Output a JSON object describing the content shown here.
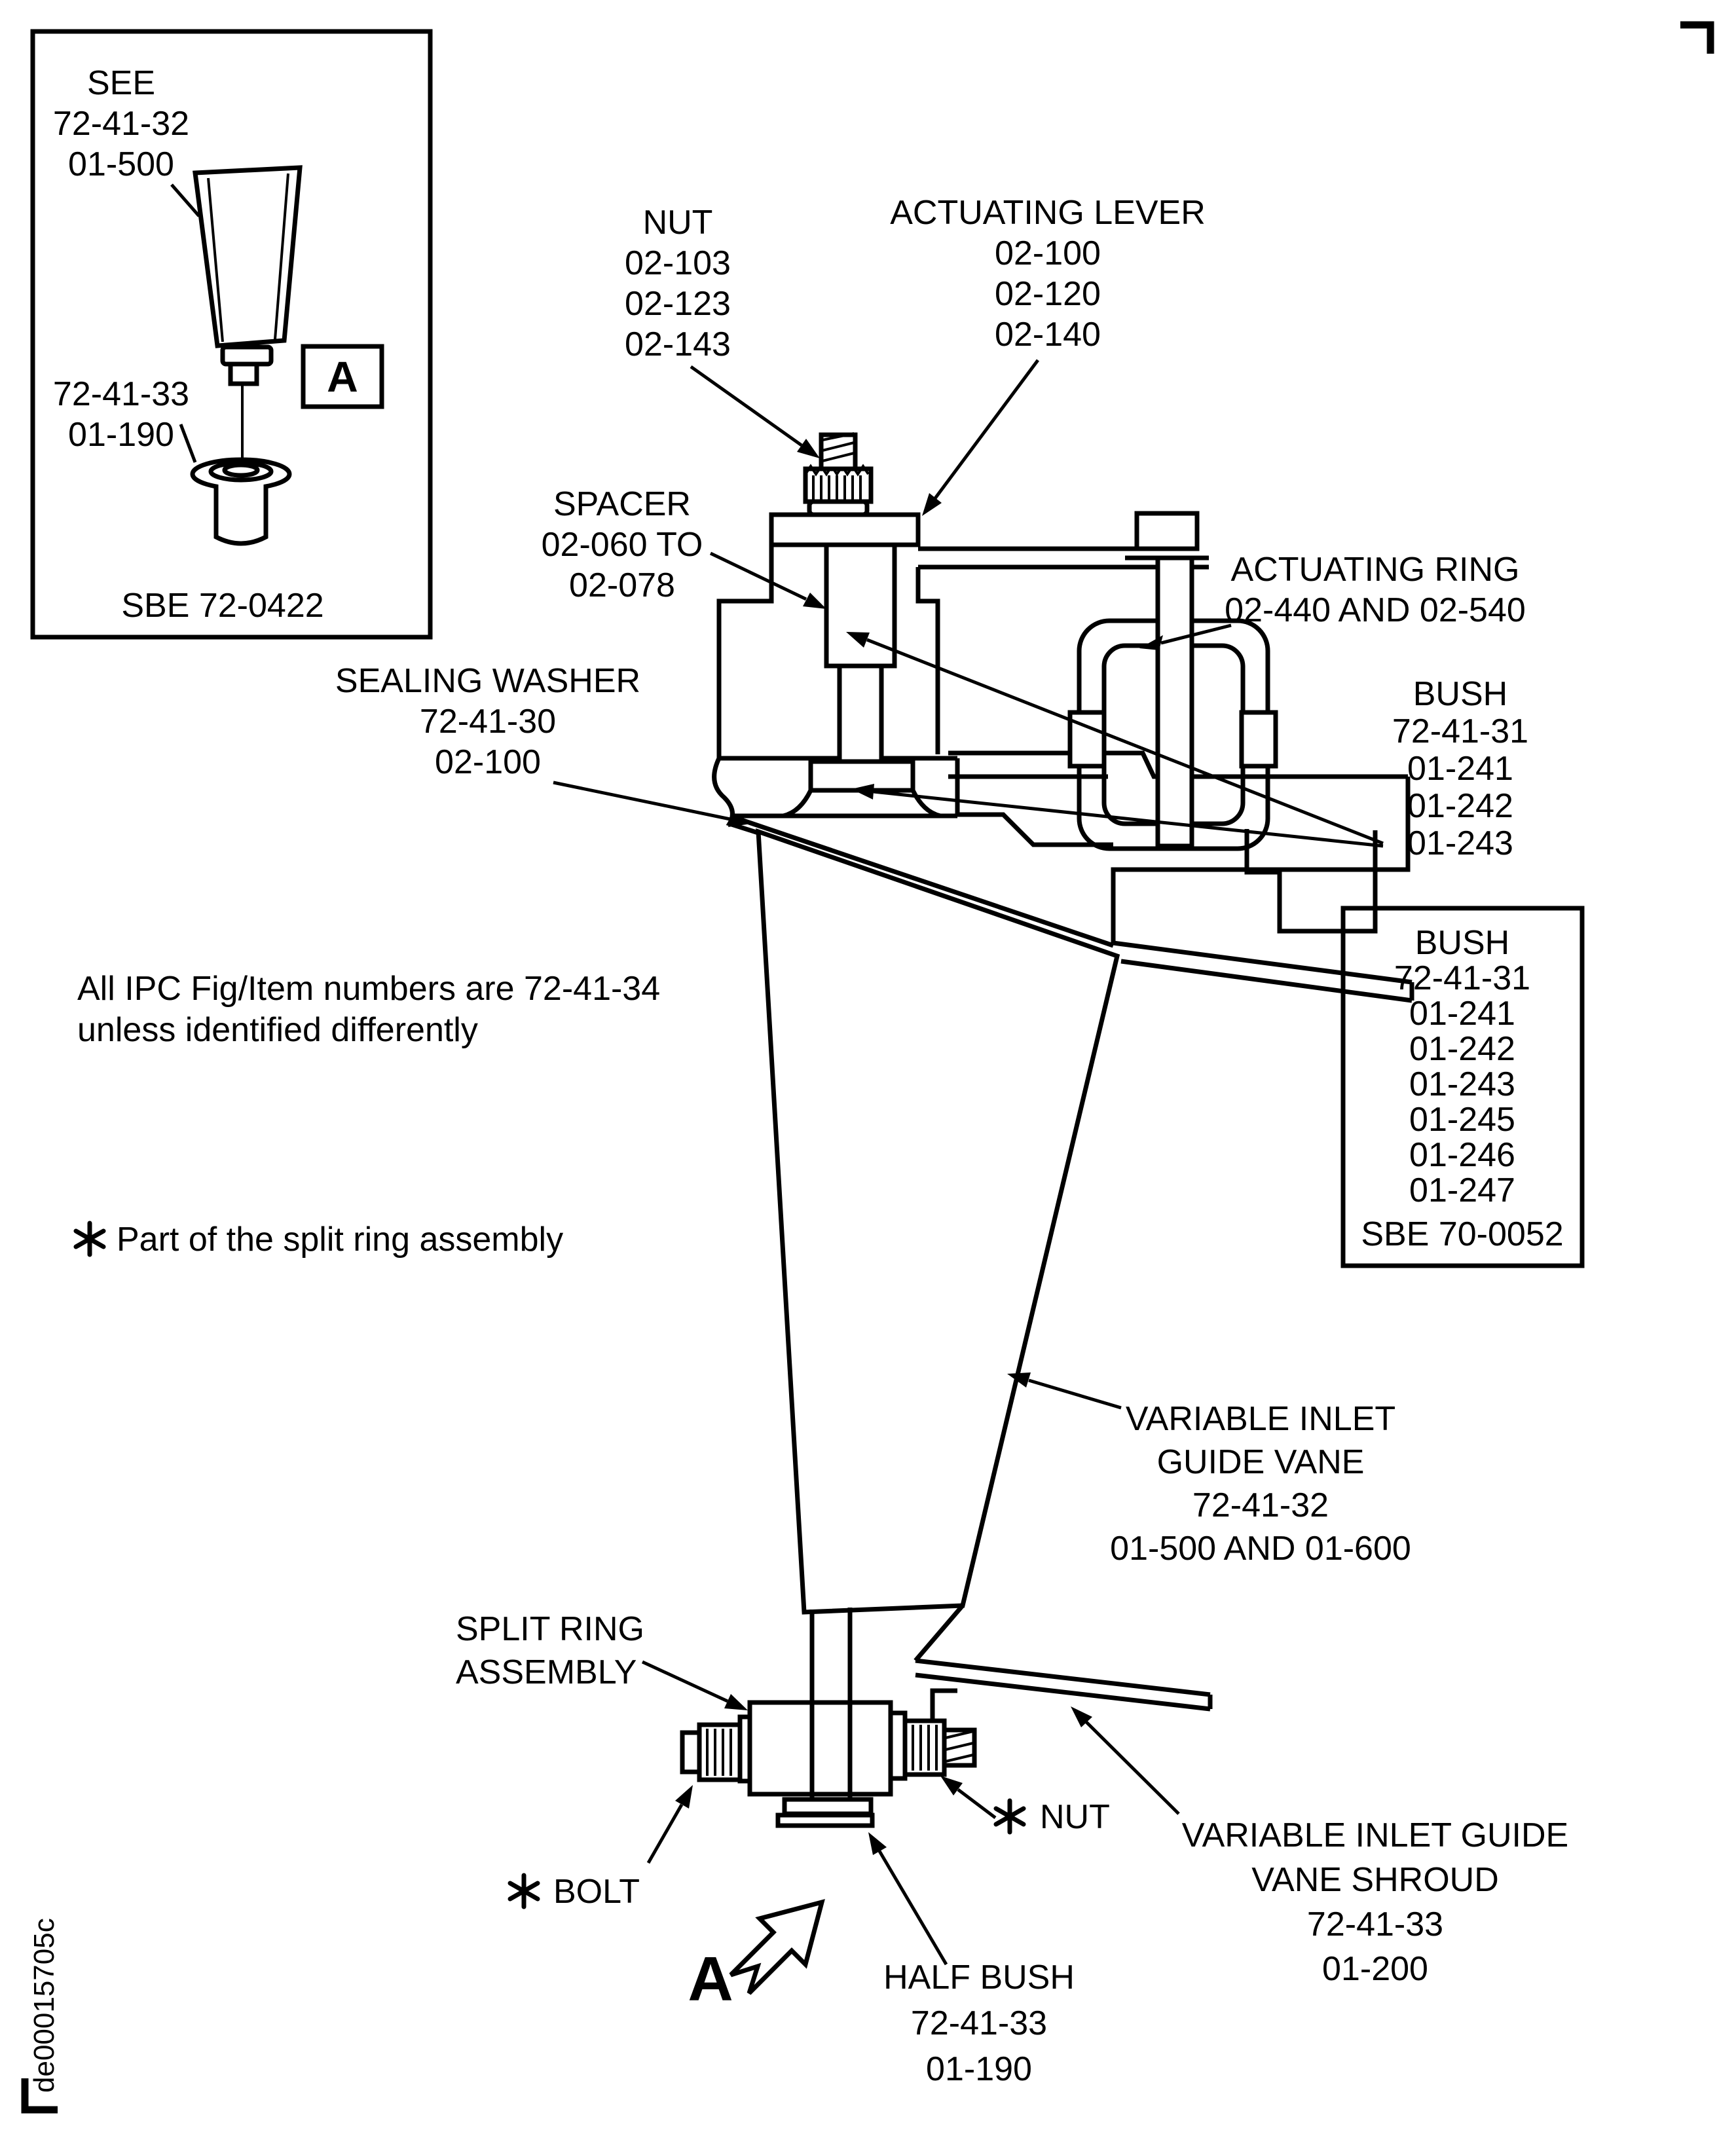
{
  "colors": {
    "ink": "#000000",
    "paper": "#ffffff"
  },
  "inset": {
    "see_label": {
      "lines": [
        "SEE",
        "72-41-32",
        "01-500"
      ]
    },
    "bush_label": {
      "lines": [
        "72-41-33",
        "01-190"
      ]
    },
    "detail_marker": "A",
    "caption": "SBE 72-0422"
  },
  "labels": {
    "nut_top": {
      "lines": [
        "NUT",
        "02-103",
        "02-123",
        "02-143"
      ]
    },
    "actuating_lever": {
      "lines": [
        "ACTUATING LEVER",
        "02-100",
        "02-120",
        "02-140"
      ]
    },
    "spacer": {
      "lines": [
        "SPACER",
        "02-060 TO",
        "02-078"
      ]
    },
    "actuating_ring": {
      "lines": [
        "ACTUATING RING",
        "02-440 AND 02-540"
      ]
    },
    "sealing_washer": {
      "lines": [
        "SEALING WASHER",
        "72-41-30",
        "02-100"
      ]
    },
    "bush_callout": {
      "lines": [
        "BUSH",
        "72-41-31",
        "01-241",
        "01-242",
        "01-243"
      ]
    },
    "variable_inlet_guide_vane": {
      "lines": [
        "VARIABLE INLET",
        "GUIDE VANE",
        "72-41-32",
        "01-500 AND 01-600"
      ]
    },
    "split_ring_assembly": {
      "lines": [
        "SPLIT RING",
        "ASSEMBLY"
      ]
    },
    "bolt": {
      "starred": true,
      "label": "BOLT"
    },
    "nut_bottom": {
      "starred": true,
      "label": "NUT"
    },
    "half_bush": {
      "lines": [
        "HALF BUSH",
        "72-41-33",
        "01-190"
      ]
    },
    "vigv_shroud": {
      "lines": [
        "VARIABLE INLET GUIDE",
        "VANE SHROUD",
        "72-41-33",
        "01-200"
      ]
    },
    "view_marker": "A"
  },
  "bush_table": {
    "lines": [
      "BUSH",
      "72-41-31",
      "01-241",
      "01-242",
      "01-243",
      "01-245",
      "01-246",
      "01-247"
    ],
    "caption": "SBE 70-0052"
  },
  "notes": {
    "ipc": {
      "lines": [
        "All IPC Fig/Item numbers are 72-41-34",
        "unless identified differently"
      ]
    },
    "split_ring": {
      "starred": true,
      "text": "Part of the split ring assembly"
    }
  },
  "footer": {
    "drawing_code": "de00015705c"
  }
}
